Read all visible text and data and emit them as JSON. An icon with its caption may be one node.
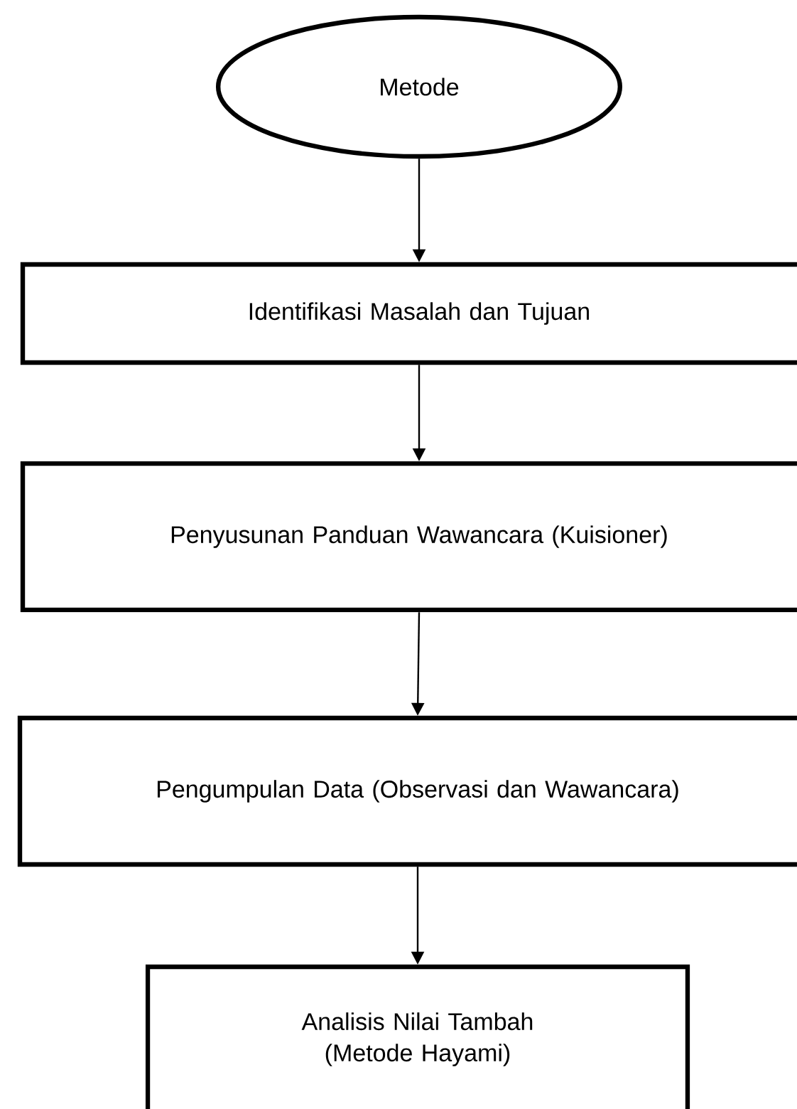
{
  "diagram": {
    "nodes": [
      {
        "text": [
          "Metode"
        ]
      },
      {
        "text": [
          "Identifikasi Masalah dan Tujuan"
        ]
      },
      {
        "text": [
          "Penyusunan Panduan Wawancara (Kuisioner)"
        ]
      },
      {
        "text": [
          "Pengumpulan Data (Observasi dan Wawancara)"
        ]
      },
      {
        "text": [
          "Analisis Nilai Tambah (Metode Hayami)"
        ]
      }
    ],
    "edges": [
      {
        "from": 0,
        "to": 1,
        "arrow": "to"
      },
      {
        "from": 1,
        "to": 2,
        "arrow": "to"
      },
      {
        "from": 2,
        "to": 3,
        "arrow": "to"
      },
      {
        "from": 3,
        "to": 4,
        "arrow": "to"
      }
    ]
  }
}
